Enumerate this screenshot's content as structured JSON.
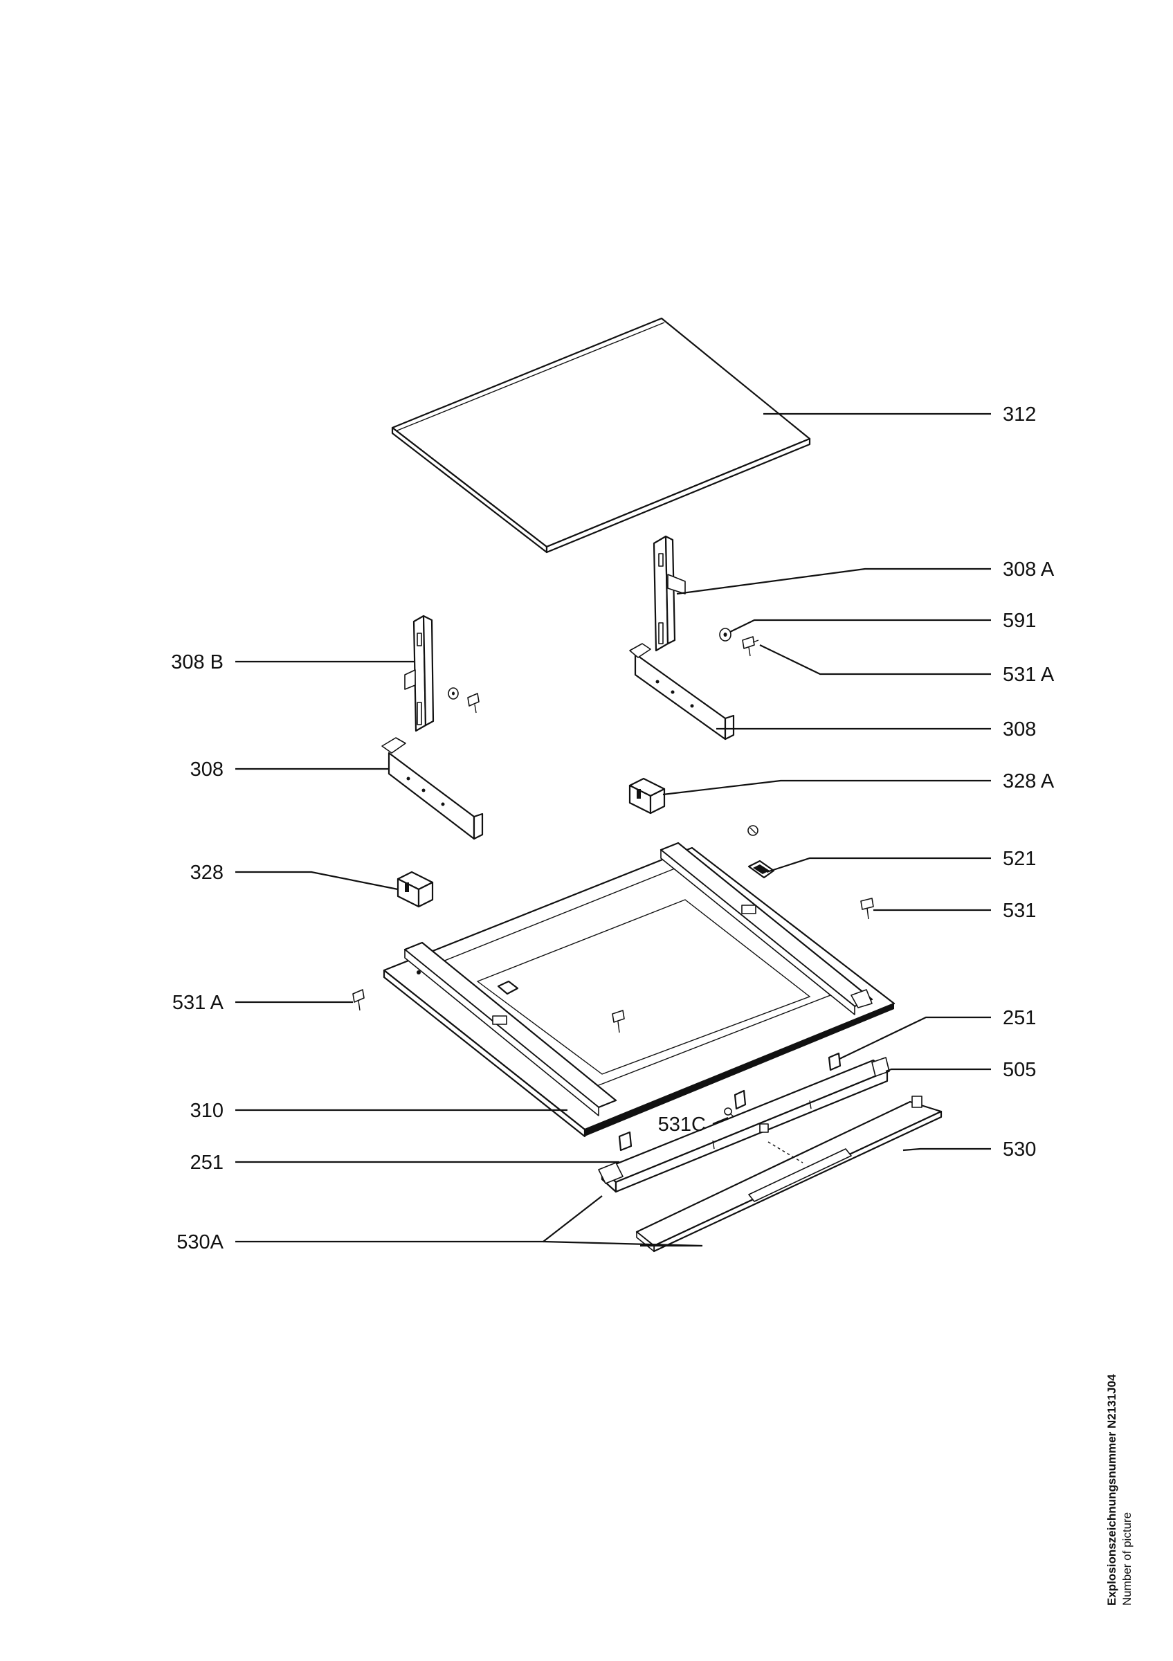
{
  "labels": {
    "l312": "312",
    "l308a": "308 A",
    "l591": "591",
    "l308b": "308 B",
    "l531a_r": "531 A",
    "l308_r": "308",
    "l308_l": "308",
    "l328a": "328 A",
    "l521": "521",
    "l328": "328",
    "l531": "531",
    "l531a_l": "531 A",
    "l251_r": "251",
    "l505": "505",
    "l310": "310",
    "l531c": "531C",
    "l530": "530",
    "l251_l": "251",
    "l530a": "530A"
  },
  "caption": {
    "line1": "Explosionszeichnungsnummer N2131J04",
    "line2": "Number of picture"
  }
}
